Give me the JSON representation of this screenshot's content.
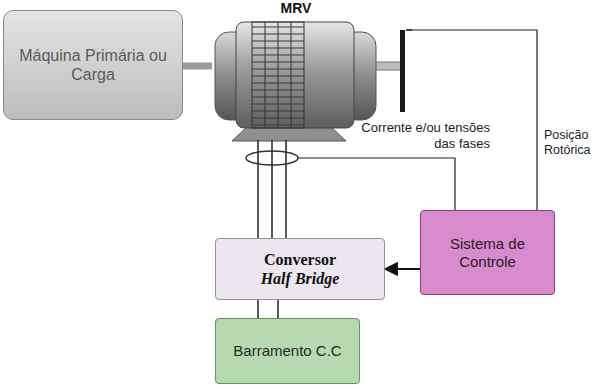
{
  "diagram": {
    "nodes": [
      {
        "text": [
          "Máquina Primária ou Carga"
        ]
      },
      {
        "text": [
          "MRV"
        ]
      },
      {
        "text": [
          "Conversor",
          "Half Bridge"
        ]
      },
      {
        "text": [
          "Sistema de Controle"
        ]
      },
      {
        "text": [
          "Barramento C.C"
        ]
      }
    ],
    "edges": [
      {
        "from": 0,
        "to": 1,
        "arrow": "none"
      },
      {
        "from": 1,
        "to": 2,
        "arrow": "none"
      },
      {
        "from": 2,
        "to": 4,
        "arrow": "none"
      },
      {
        "from": 3,
        "to": 2,
        "arrow": "to"
      },
      {
        "from": 1,
        "to": 3,
        "label": "Posição Rotórica",
        "arrow": "none"
      }
    ],
    "labels": [
      "Corrente e/ou tensões das fases"
    ]
  }
}
